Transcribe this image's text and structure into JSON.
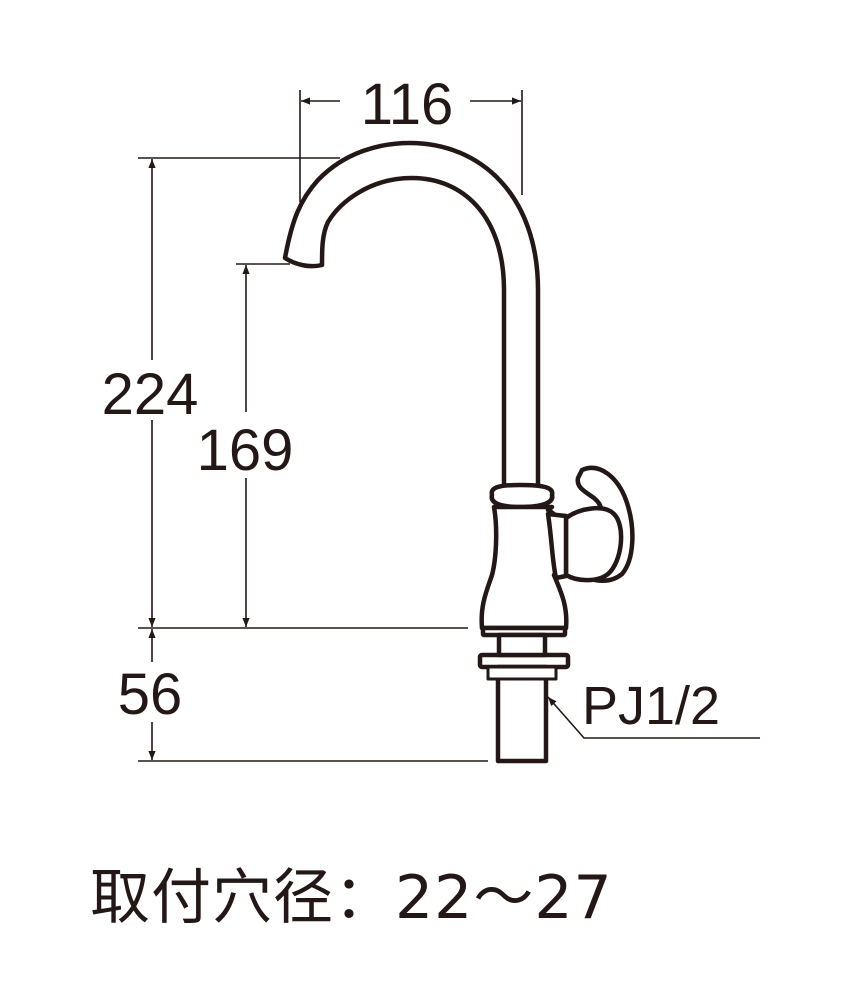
{
  "dimensions": {
    "spout_reach": "116",
    "overall_height": "224",
    "spout_height": "169",
    "shank_length": "56",
    "thread_spec": "PJ1/2"
  },
  "mounting_hole": {
    "label": "取付穴径",
    "separator": "：",
    "range": "22～27"
  },
  "colors": {
    "line": "#231815",
    "fill": "#ffffff"
  }
}
